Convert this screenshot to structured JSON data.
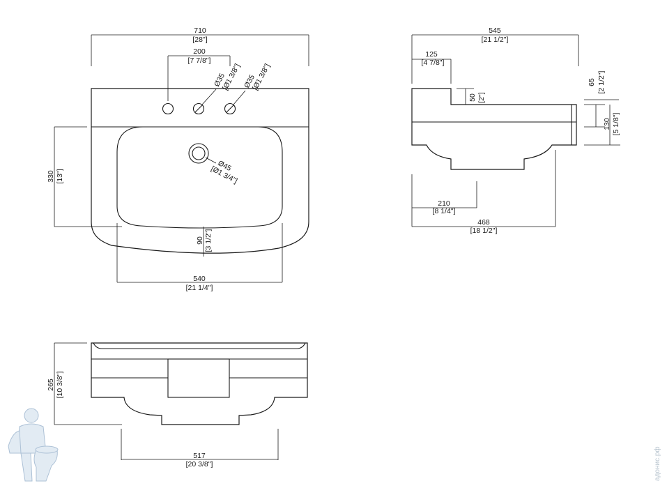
{
  "top_view": {
    "width": {
      "mm": "710",
      "in": "[28\"]"
    },
    "tap_spacing": {
      "mm": "200",
      "in": "[7 7/8\"]"
    },
    "hole_left": {
      "mm": "Ø35",
      "in": "[Ø1 3/8\"]"
    },
    "hole_right": {
      "mm": "Ø35",
      "in": "[Ø1 3/8\"]"
    },
    "drain": {
      "mm": "Ø45",
      "in": "[Ø1 3/4\"]"
    },
    "depth": {
      "mm": "330",
      "in": "[13\"]"
    },
    "bowl_depth": {
      "mm": "90",
      "in": "[3 1/2\"]"
    },
    "bowl_width": {
      "mm": "540",
      "in": "[21 1/4\"]"
    }
  },
  "side_view": {
    "total_depth": {
      "mm": "545",
      "in": "[21 1/2\"]"
    },
    "deck_depth": {
      "mm": "125",
      "in": "[4 7/8\"]"
    },
    "deck_height": {
      "mm": "50",
      "in": "[2\"]"
    },
    "front_lip": {
      "mm": "65",
      "in": "[2 1/2\"]"
    },
    "front_height": {
      "mm": "130",
      "in": "[5 1/8\"]"
    },
    "drain_offset": {
      "mm": "210",
      "in": "[8 1/4\"]"
    },
    "bowl_depth": {
      "mm": "468",
      "in": "[18 1/2\"]"
    }
  },
  "front_view": {
    "height": {
      "mm": "265",
      "in": "[10 3/8\"]"
    },
    "bottom_width": {
      "mm": "517",
      "in": "[20 3/8\"]"
    }
  },
  "watermark": "адонис.рф",
  "logo_icon": "plumber-mascot-icon"
}
